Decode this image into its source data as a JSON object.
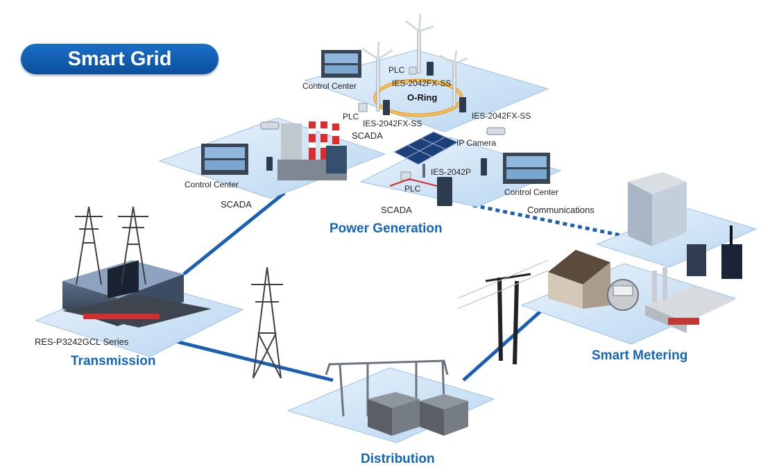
{
  "title": "Smart Grid",
  "sections": {
    "power_generation": "Power Generation",
    "transmission": "Transmission",
    "distribution": "Distribution",
    "smart_metering": "Smart Metering"
  },
  "labels": {
    "plc_top": "PLC",
    "ies_top": "IES-2042FX-SS",
    "o_ring": "O-Ring",
    "control_center_top": "Control Center",
    "plc_mid": "PLC",
    "ies_left": "IES-2042FX-SS",
    "ies_right": "IES-2042FX-SS",
    "scada_top": "SCADA",
    "ip_camera": "IP Camera",
    "ies_2042p": "IES-2042P",
    "plc_solar": "PLC",
    "control_center_right": "Control Center",
    "scada_right": "SCADA",
    "control_center_left": "Control Center",
    "scada_left": "SCADA",
    "communications": "Communications",
    "res_series": "RES-P3242GCL Series"
  },
  "colors": {
    "accent": "#1366b8",
    "pill": "#0b4f9c",
    "link": "#1a5fb4",
    "platform": "#cfe3f5"
  }
}
